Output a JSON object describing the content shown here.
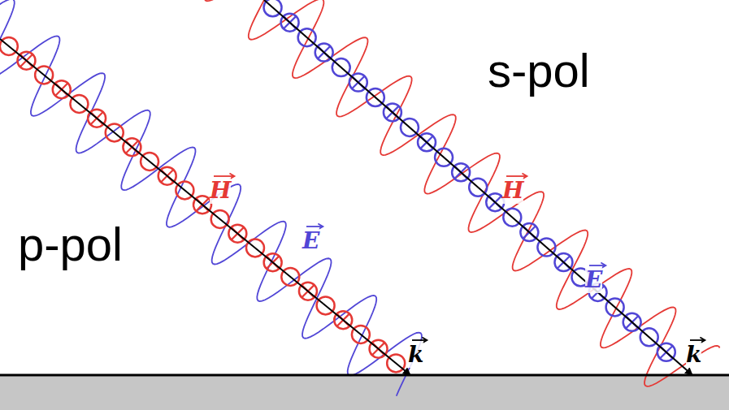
{
  "diagram": {
    "labels": [
      "s-pol",
      "p-pol",
      "H",
      "E",
      "k",
      "H",
      "E",
      "k"
    ]
  }
}
